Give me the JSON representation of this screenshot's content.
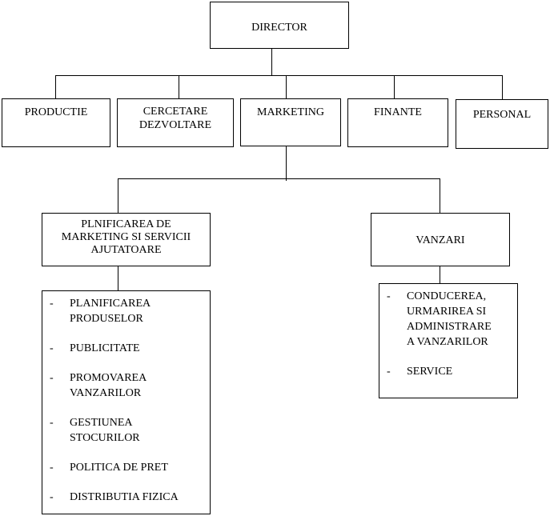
{
  "director": "DIRECTOR",
  "departments": {
    "productie": "PRODUCTIE",
    "cercetare_line1": "CERCETARE",
    "cercetare_line2": "DEZVOLTARE",
    "marketing": "MARKETING",
    "finante": "FINANTE",
    "personal": "PERSONAL"
  },
  "planificare": {
    "line1": "PLNIFICAREA DE",
    "line2": "MARKETING SI SERVICII",
    "line3": "AJUTATOARE"
  },
  "vanzari": "VANZARI",
  "planificare_items": {
    "dash": "-",
    "i1_l1": "PLANIFICAREA",
    "i1_l2": "PRODUSELOR",
    "i2_l1": "PUBLICITATE",
    "i3_l1": "PROMOVAREA",
    "i3_l2": "VANZARILOR",
    "i4_l1": "GESTIUNEA",
    "i4_l2": "STOCURILOR",
    "i5_l1": "POLITICA DE PRET",
    "i6_l1": "DISTRIBUTIA FIZICA"
  },
  "vanzari_items": {
    "dash": "-",
    "i1_l1": "CONDUCEREA,",
    "i1_l2": "URMARIREA SI",
    "i1_l3": "ADMINISTRARE",
    "i1_l4": "A VANZARILOR",
    "i2_l1": "SERVICE"
  }
}
